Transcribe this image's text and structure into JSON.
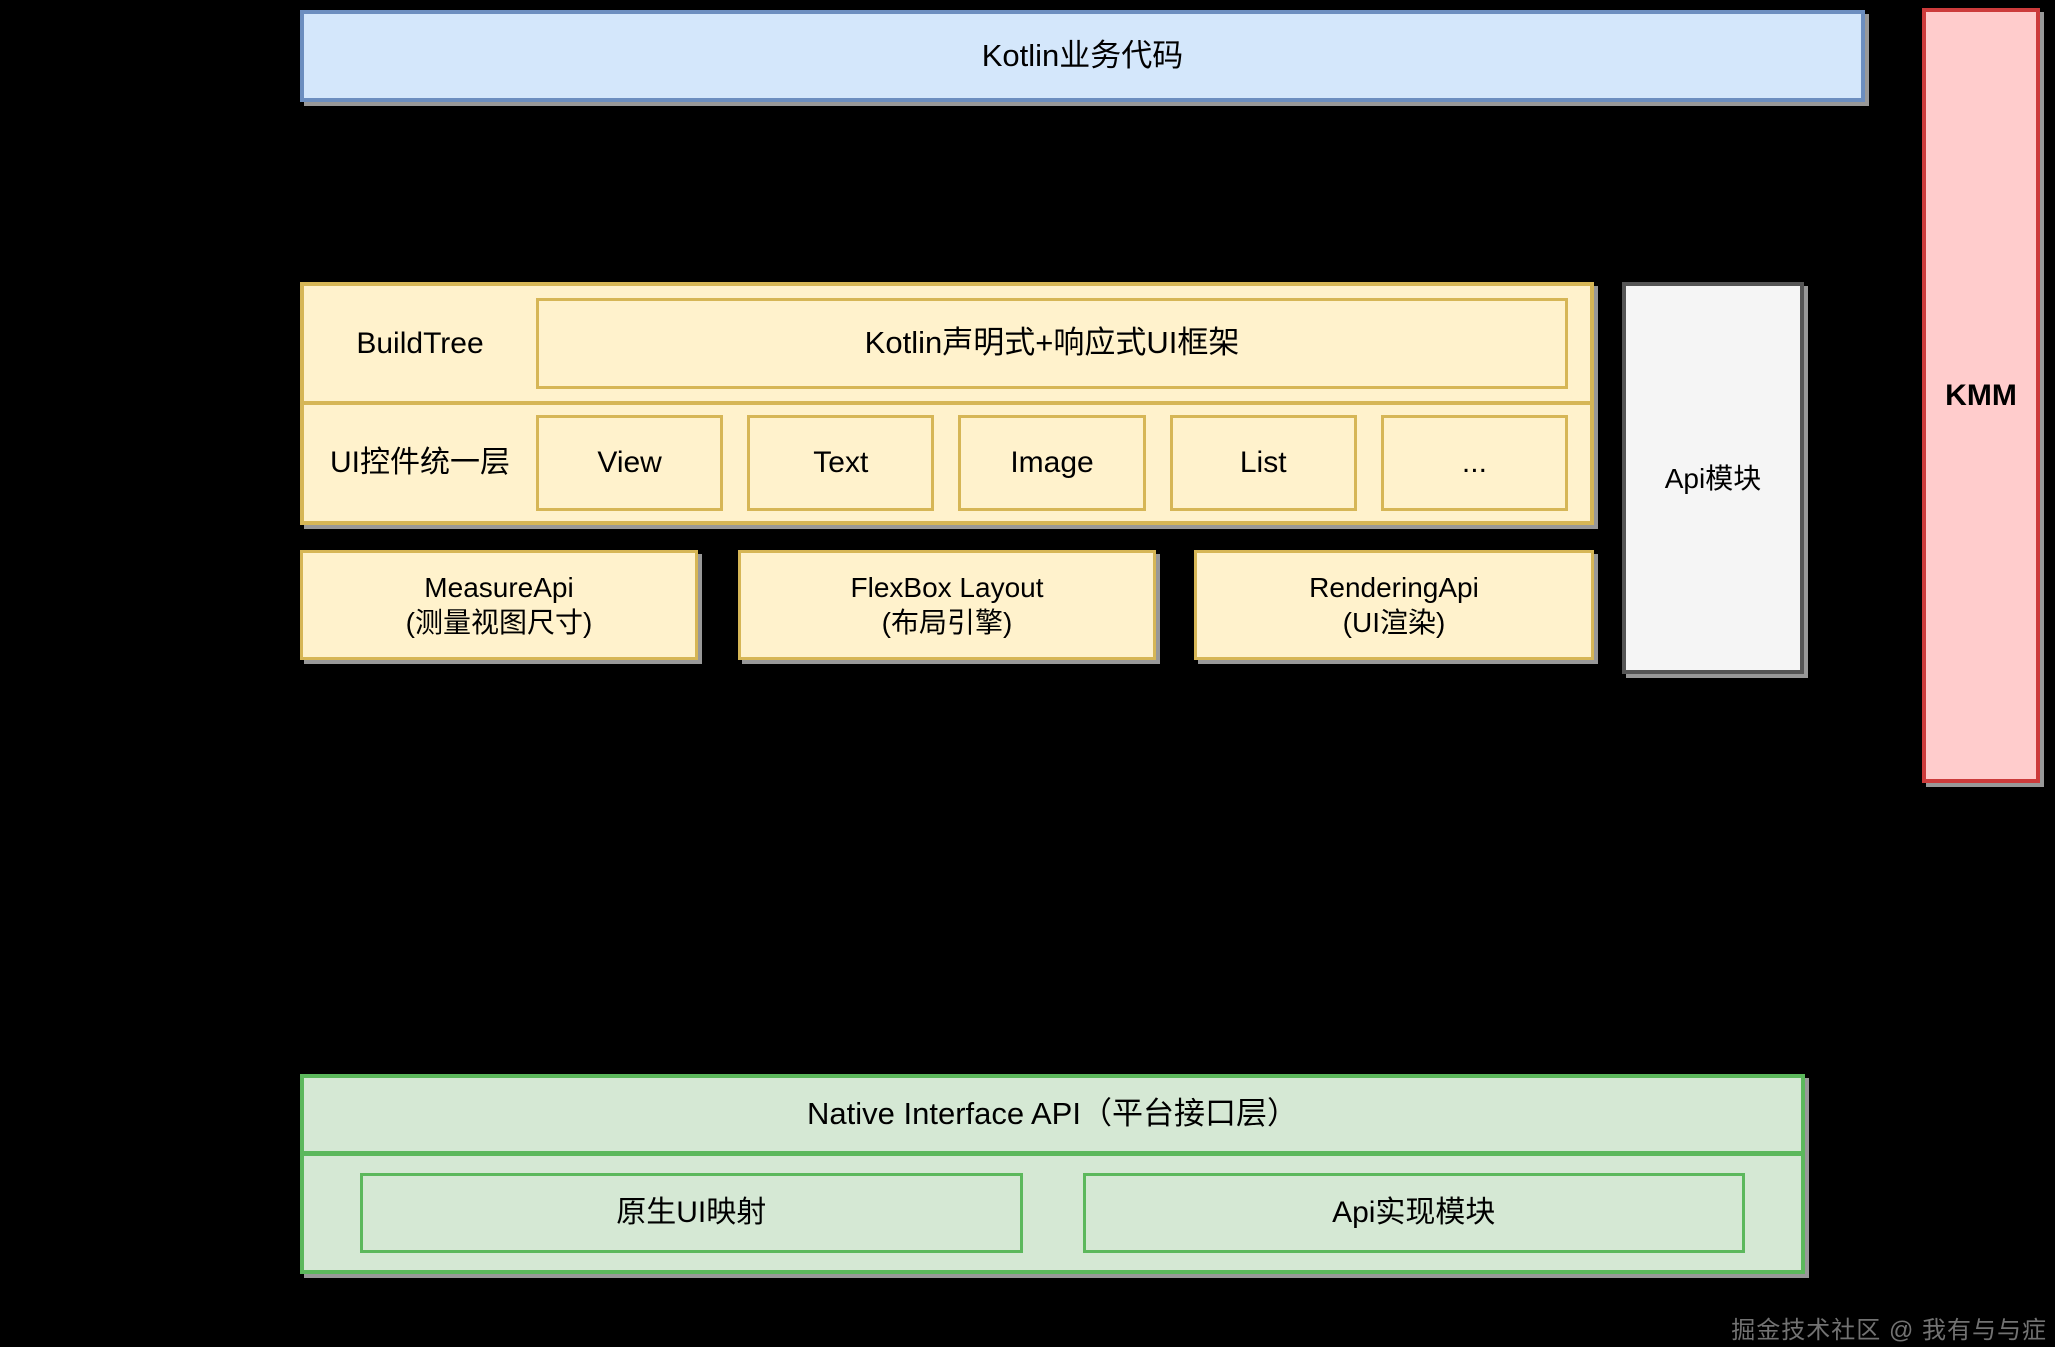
{
  "diagram": {
    "business_layer": {
      "label": "Kotlin业务代码"
    },
    "framework": {
      "build_tree_label": "BuildTree",
      "declarative_ui_label": "Kotlin声明式+响应式UI框架",
      "widget_layer_label": "UI控件统一层",
      "widgets": [
        {
          "label": "View"
        },
        {
          "label": "Text"
        },
        {
          "label": "Image"
        },
        {
          "label": "List"
        },
        {
          "label": "..."
        }
      ]
    },
    "engines": [
      {
        "title": "MeasureApi",
        "subtitle": "(测量视图尺寸)"
      },
      {
        "title": "FlexBox Layout",
        "subtitle": "(布局引擎)"
      },
      {
        "title": "RenderingApi",
        "subtitle": "(UI渲染)"
      }
    ],
    "api_module": {
      "label": "Api模块"
    },
    "kmm": {
      "label": "KMM"
    },
    "native": {
      "header_label": "Native Interface API（平台接口层）",
      "modules": [
        {
          "label": "原生UI映射"
        },
        {
          "label": "Api实现模块"
        }
      ]
    },
    "watermark": {
      "text": "掘金技术社区 @ 我有与与症"
    },
    "colors": {
      "background": "#000000",
      "blue_fill": "#d4e7fb",
      "blue_border": "#6c8ebf",
      "yellow_fill": "#fff2cc",
      "yellow_border": "#d6b656",
      "green_fill": "#d5e8d4",
      "green_border": "#5cb85c",
      "pink_fill": "#ffcccc",
      "pink_border": "#cc3b3b",
      "white_fill": "#f5f5f5",
      "gray_border": "#555555"
    }
  }
}
